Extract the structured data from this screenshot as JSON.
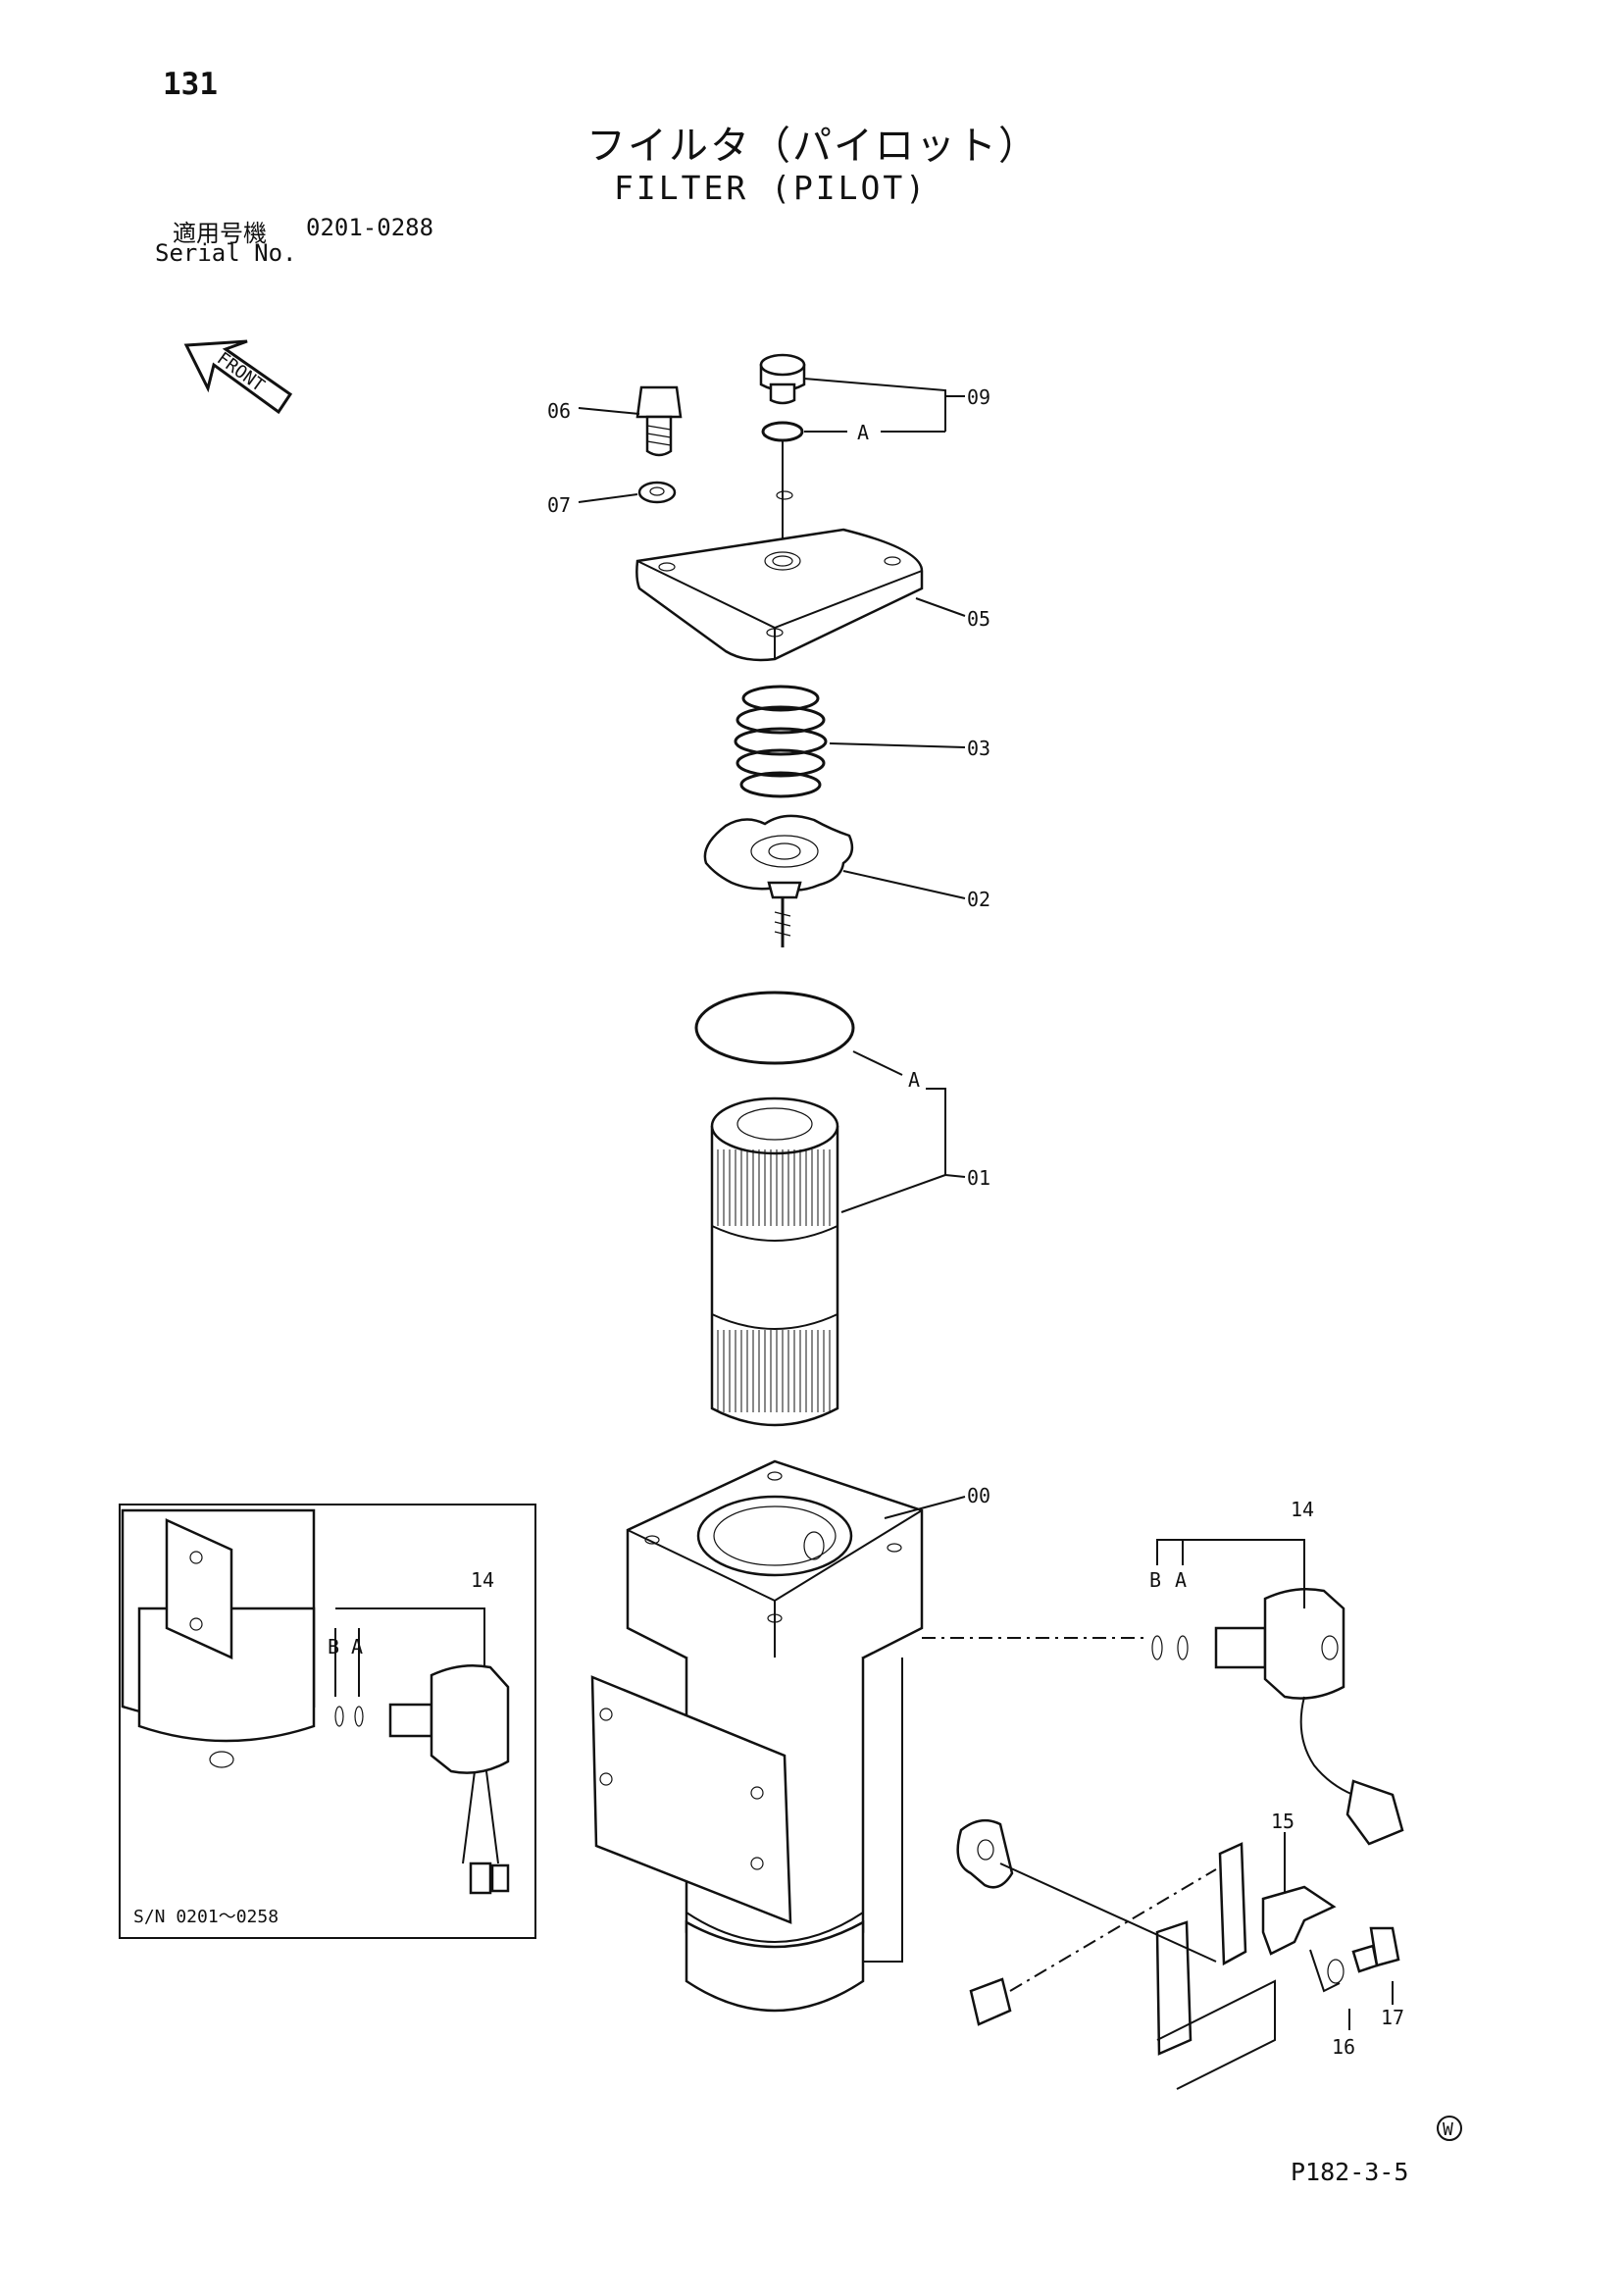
{
  "page": {
    "number": "131",
    "title_jp": "フイルタ（パイロット）",
    "title_en": "FILTER (PILOT)",
    "serial_label_jp": "適用号機",
    "serial_range": "0201-0288",
    "serial_label_en": "Serial No.",
    "diagram_code": "P182-3-5"
  },
  "marks": {
    "front_arrow": "FRONT",
    "w_mark": "W"
  },
  "callouts": [
    {
      "id": "c06",
      "label": "06"
    },
    {
      "id": "c07",
      "label": "07"
    },
    {
      "id": "c09",
      "label": "09"
    },
    {
      "id": "cA1",
      "label": "A"
    },
    {
      "id": "c05",
      "label": "05"
    },
    {
      "id": "c03",
      "label": "03"
    },
    {
      "id": "c02",
      "label": "02"
    },
    {
      "id": "cA2",
      "label": "A"
    },
    {
      "id": "c01",
      "label": "01"
    },
    {
      "id": "c00",
      "label": "00"
    },
    {
      "id": "c14",
      "label": "14"
    },
    {
      "id": "cB",
      "label": "B"
    },
    {
      "id": "cA3",
      "label": "A"
    },
    {
      "id": "c15",
      "label": "15"
    },
    {
      "id": "c16",
      "label": "16"
    },
    {
      "id": "c17",
      "label": "17"
    }
  ],
  "inset": {
    "serial_note": "S/N 0201～0258",
    "callouts": [
      {
        "id": "i14",
        "label": "14"
      },
      {
        "id": "iB",
        "label": "B"
      },
      {
        "id": "iA",
        "label": "A"
      }
    ]
  }
}
